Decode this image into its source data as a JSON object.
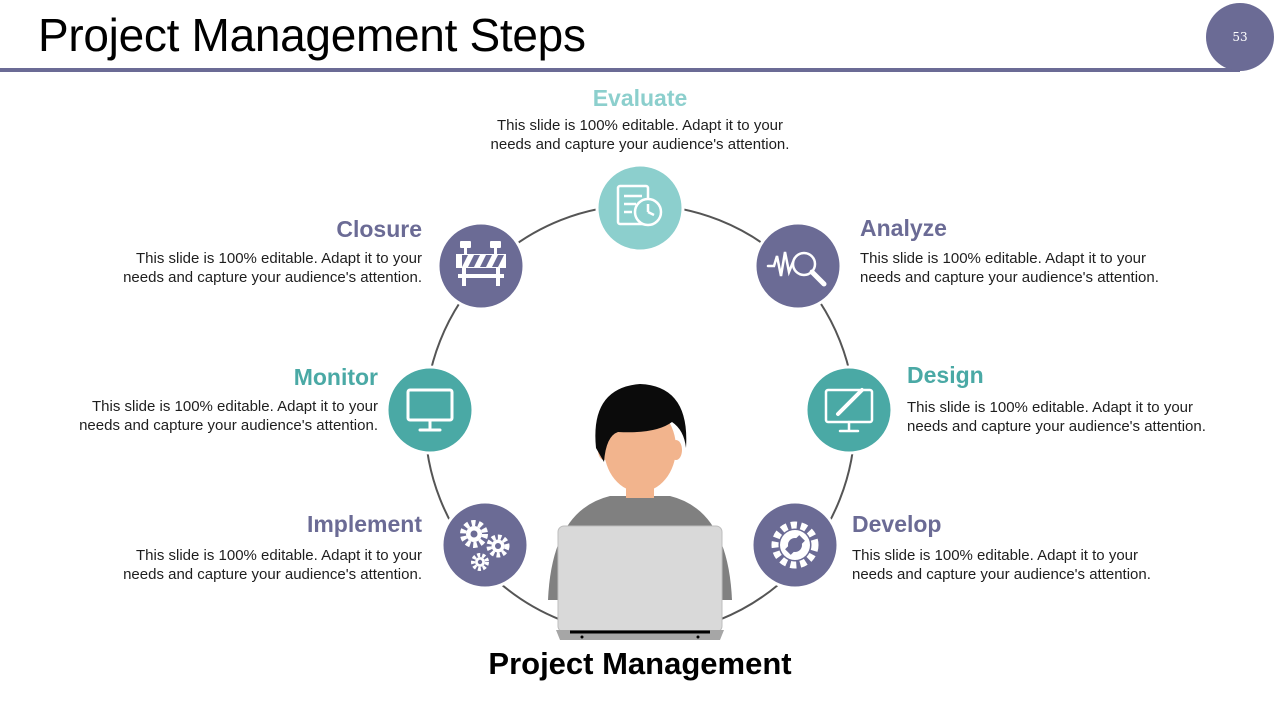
{
  "slide": {
    "title": "Project Management Steps",
    "page_number": "53"
  },
  "center_label": "Project Management",
  "colors": {
    "purple": "#6b6b95",
    "teal": "#4aa9a5",
    "light_teal": "#8ccfcd"
  },
  "steps": [
    {
      "title": "Evaluate",
      "icon": "checklist-clock-icon",
      "desc_line1": "This slide is 100% editable. Adapt it to your",
      "desc_line2": "needs and capture your audience's attention."
    },
    {
      "title": "Analyze",
      "icon": "wave-magnifier-icon",
      "desc_line1": "This slide is 100% editable. Adapt it to your",
      "desc_line2": "needs and capture your audience's attention."
    },
    {
      "title": "Design",
      "icon": "monitor-pen-icon",
      "desc_line1": "This slide is 100% editable. Adapt it to your",
      "desc_line2": "needs and capture your audience's attention."
    },
    {
      "title": "Develop",
      "icon": "wrench-gear-icon",
      "desc_line1": "This slide is 100% editable. Adapt it to your",
      "desc_line2": "needs and capture your audience's attention."
    },
    {
      "title": "Implement",
      "icon": "gears-icon",
      "desc_line1": "This slide is 100% editable. Adapt it to your",
      "desc_line2": "needs and capture your audience's attention."
    },
    {
      "title": "Monitor",
      "icon": "monitor-icon",
      "desc_line1": "This slide is 100% editable. Adapt it to your",
      "desc_line2": "needs and capture your audience's attention."
    },
    {
      "title": "Closure",
      "icon": "barrier-icon",
      "desc_line1": "This slide is 100% editable. Adapt it to your",
      "desc_line2": "needs and capture your audience's attention."
    }
  ]
}
